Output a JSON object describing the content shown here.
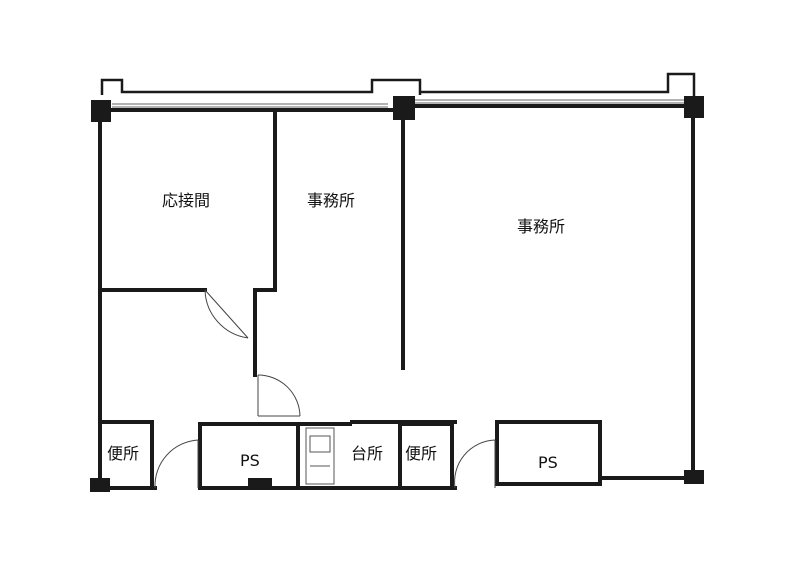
{
  "rooms": {
    "reception": "応接間",
    "office_left": "事務所",
    "office_right": "事務所",
    "toilet_left": "便所",
    "toilet_right": "便所",
    "kitchen": "台所",
    "ps_left": "PS",
    "ps_right": "PS"
  }
}
